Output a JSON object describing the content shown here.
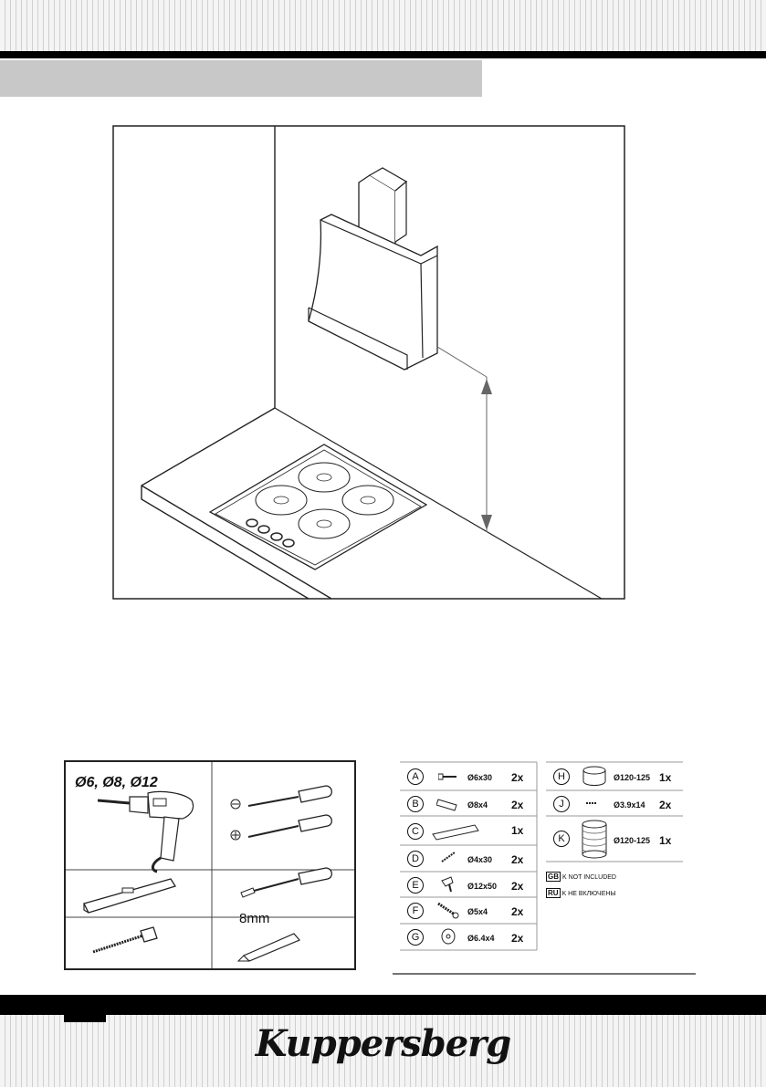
{
  "tools": {
    "drill_bits": "Ø6, Ø8, Ø12",
    "socket_size": "8mm",
    "flat_symbol": "⊖",
    "cross_symbol": "⊕"
  },
  "parts": {
    "left": [
      {
        "letter": "A",
        "size": "Ø6x30",
        "qty": "2x"
      },
      {
        "letter": "B",
        "size": "Ø8x4",
        "qty": "2x"
      },
      {
        "letter": "C",
        "size": "",
        "qty": "1x"
      },
      {
        "letter": "D",
        "size": "Ø4x30",
        "qty": "2x"
      },
      {
        "letter": "E",
        "size": "Ø12x50",
        "qty": "2x"
      },
      {
        "letter": "F",
        "size": "Ø5x4",
        "qty": "2x"
      },
      {
        "letter": "G",
        "size": "Ø6.4x4",
        "qty": "2x"
      }
    ],
    "right": [
      {
        "letter": "H",
        "size": "Ø120-125",
        "qty": "1x"
      },
      {
        "letter": "J",
        "size": "Ø3.9x14",
        "qty": "2x"
      },
      {
        "letter": "K",
        "size": "Ø120-125",
        "qty": "1x"
      }
    ]
  },
  "notes": [
    {
      "code": "GB",
      "text": "K NOT INCLUDED"
    },
    {
      "code": "RU",
      "text": "K НЕ ВКЛЮЧЕНЫ"
    }
  ],
  "brand": "Kuppersberg"
}
